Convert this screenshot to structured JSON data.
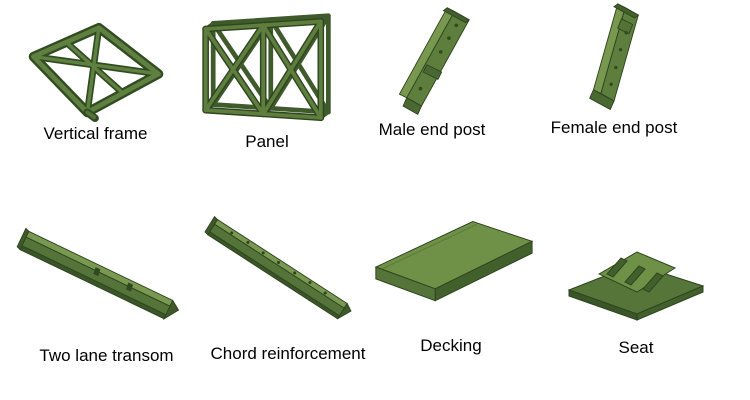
{
  "parts": [
    {
      "label": "Vertical frame"
    },
    {
      "label": "Panel"
    },
    {
      "label": "Male end post"
    },
    {
      "label": "Female end post"
    },
    {
      "label": "Two lane transom"
    },
    {
      "label": "Chord reinforcement"
    },
    {
      "label": "Decking"
    },
    {
      "label": "Seat"
    }
  ],
  "colors": {
    "background": "#ffffff",
    "label": "#000000",
    "part_green": "#5e7e3e",
    "part_green_light": "#77984e",
    "part_green_dark": "#42602c",
    "part_outline": "#2f4520"
  }
}
